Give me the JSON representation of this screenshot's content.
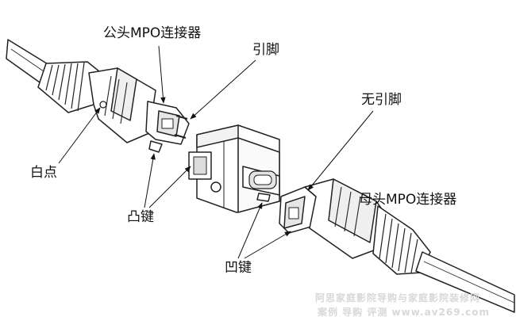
{
  "labels": {
    "male_connector": "公头MPO连接器",
    "guide_pin": "引脚",
    "no_pin": "无引脚",
    "white_dot": "白点",
    "key_up": "凸键",
    "female_connector": "母头MPO连接器",
    "key_slot": "凹键"
  },
  "watermark": {
    "line1": "阿思家庭影院导购与家庭影院装修网",
    "line2": "案例 导购 评测 www.av269.com"
  },
  "colors": {
    "line": "#222222",
    "body_fill": "#ffffff",
    "shade": "#cfcfcf"
  }
}
